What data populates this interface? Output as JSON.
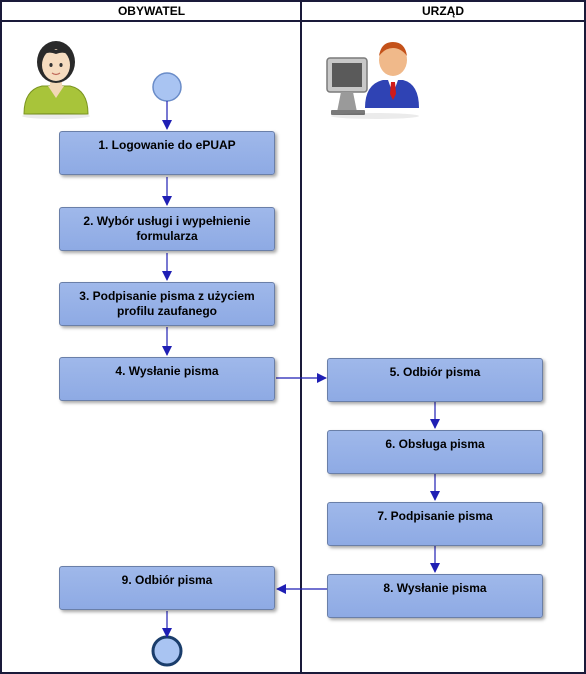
{
  "lanes": [
    {
      "id": "citizen",
      "label": "OBYWATEL"
    },
    {
      "id": "office",
      "label": "URZĄD"
    }
  ],
  "actors": [
    {
      "id": "citizen",
      "icon": "female-user-icon"
    },
    {
      "id": "office",
      "icon": "clerk-at-computer-icon"
    }
  ],
  "steps": [
    {
      "id": "s1",
      "label": "1. Logowanie do ePUAP"
    },
    {
      "id": "s2",
      "label": "2. Wybór usługi i wypełnienie formularza"
    },
    {
      "id": "s3",
      "label": "3. Podpisanie pisma z użyciem profilu zaufanego"
    },
    {
      "id": "s4",
      "label": "4. Wysłanie pisma"
    },
    {
      "id": "s5",
      "label": "5. Odbiór pisma"
    },
    {
      "id": "s6",
      "label": "6. Obsługa pisma"
    },
    {
      "id": "s7",
      "label": "7. Podpisanie pisma"
    },
    {
      "id": "s8",
      "label": "8. Wysłanie pisma"
    },
    {
      "id": "s9",
      "label": "9. Odbiór pisma"
    }
  ],
  "colors": {
    "box_fill": "#94b0e6",
    "box_border": "#6a7fa8",
    "arrow": "#1f1fb4",
    "start_fill": "#a9c4f2",
    "end_border": "#1a3d6b",
    "lane_border": "#1a1a3a"
  }
}
